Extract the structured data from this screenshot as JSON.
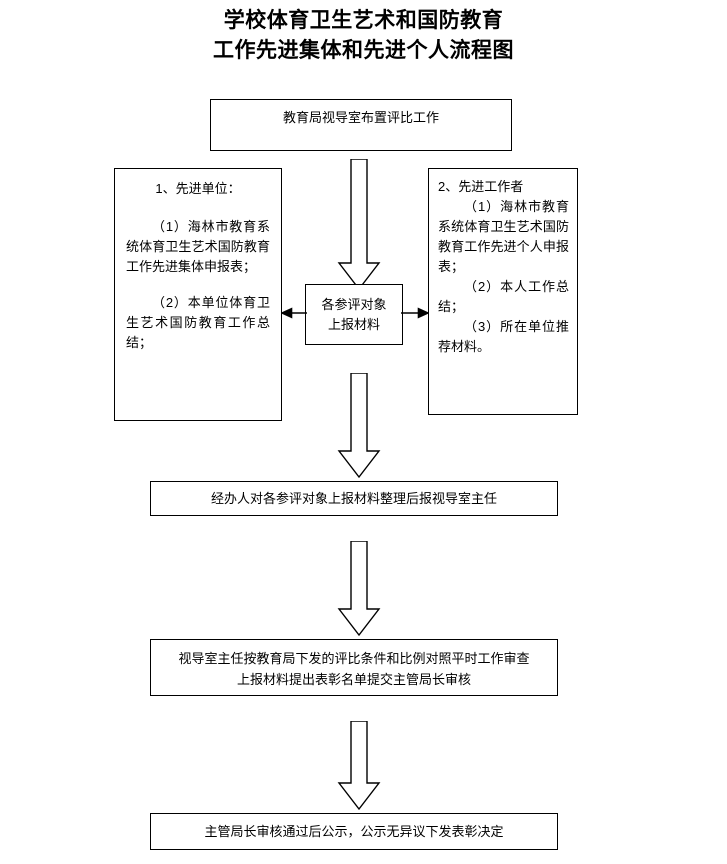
{
  "document": {
    "title_lines": [
      "学校体育卫生艺术和国防教育",
      "工作先进集体和先进个人流程图"
    ]
  },
  "flowchart": {
    "type": "process-flow",
    "orientation": "top-to-bottom",
    "nodes": [
      {
        "id": "step1",
        "label": "教育局视导室布置评比工作"
      },
      {
        "id": "left-criteria",
        "heading": "1、先进单位：",
        "items": [
          "（1）海林市教育系统体育卫生艺术国防教育工作先进集体申报表；",
          "（2）本单位体育卫生艺术国防教育工作总结；"
        ]
      },
      {
        "id": "right-criteria",
        "heading": "2、先进工作者",
        "items": [
          "（1）海林市教育系统体育卫生艺术国防教育工作先进个人申报表；",
          "（2）本人工作总结；",
          "（3）所在单位推荐材料。"
        ]
      },
      {
        "id": "step2",
        "label_line1": "各参评对象",
        "label_line2": "上报材料"
      },
      {
        "id": "step3",
        "label": "经办人对各参评对象上报材料整理后报视导室主任"
      },
      {
        "id": "step4",
        "label_line1": "视导室主任按教育局下发的评比条件和比例对照平时工作审查",
        "label_line2": "上报材料提出表彰名单提交主管局长审核"
      },
      {
        "id": "step5",
        "label": "主管局长审核通过后公示，公示无异议下发表彰决定"
      }
    ],
    "connectors": [
      {
        "id": "c1",
        "from": "step1",
        "to": "step2",
        "direction": "down",
        "style": "block-arrow"
      },
      {
        "id": "c2",
        "from": "step2",
        "to": "left-criteria",
        "direction": "left",
        "style": "line-arrow"
      },
      {
        "id": "c3",
        "from": "step2",
        "to": "right-criteria",
        "direction": "right",
        "style": "line-arrow"
      },
      {
        "id": "c4",
        "from": "step2",
        "to": "step3",
        "direction": "down",
        "style": "block-arrow"
      },
      {
        "id": "c5",
        "from": "step3",
        "to": "step4",
        "direction": "down",
        "style": "block-arrow"
      },
      {
        "id": "c6",
        "from": "step4",
        "to": "step5",
        "direction": "down",
        "style": "block-arrow"
      }
    ],
    "colors": {
      "stroke": "#000000",
      "fill": "#ffffff",
      "text": "#000000"
    }
  }
}
